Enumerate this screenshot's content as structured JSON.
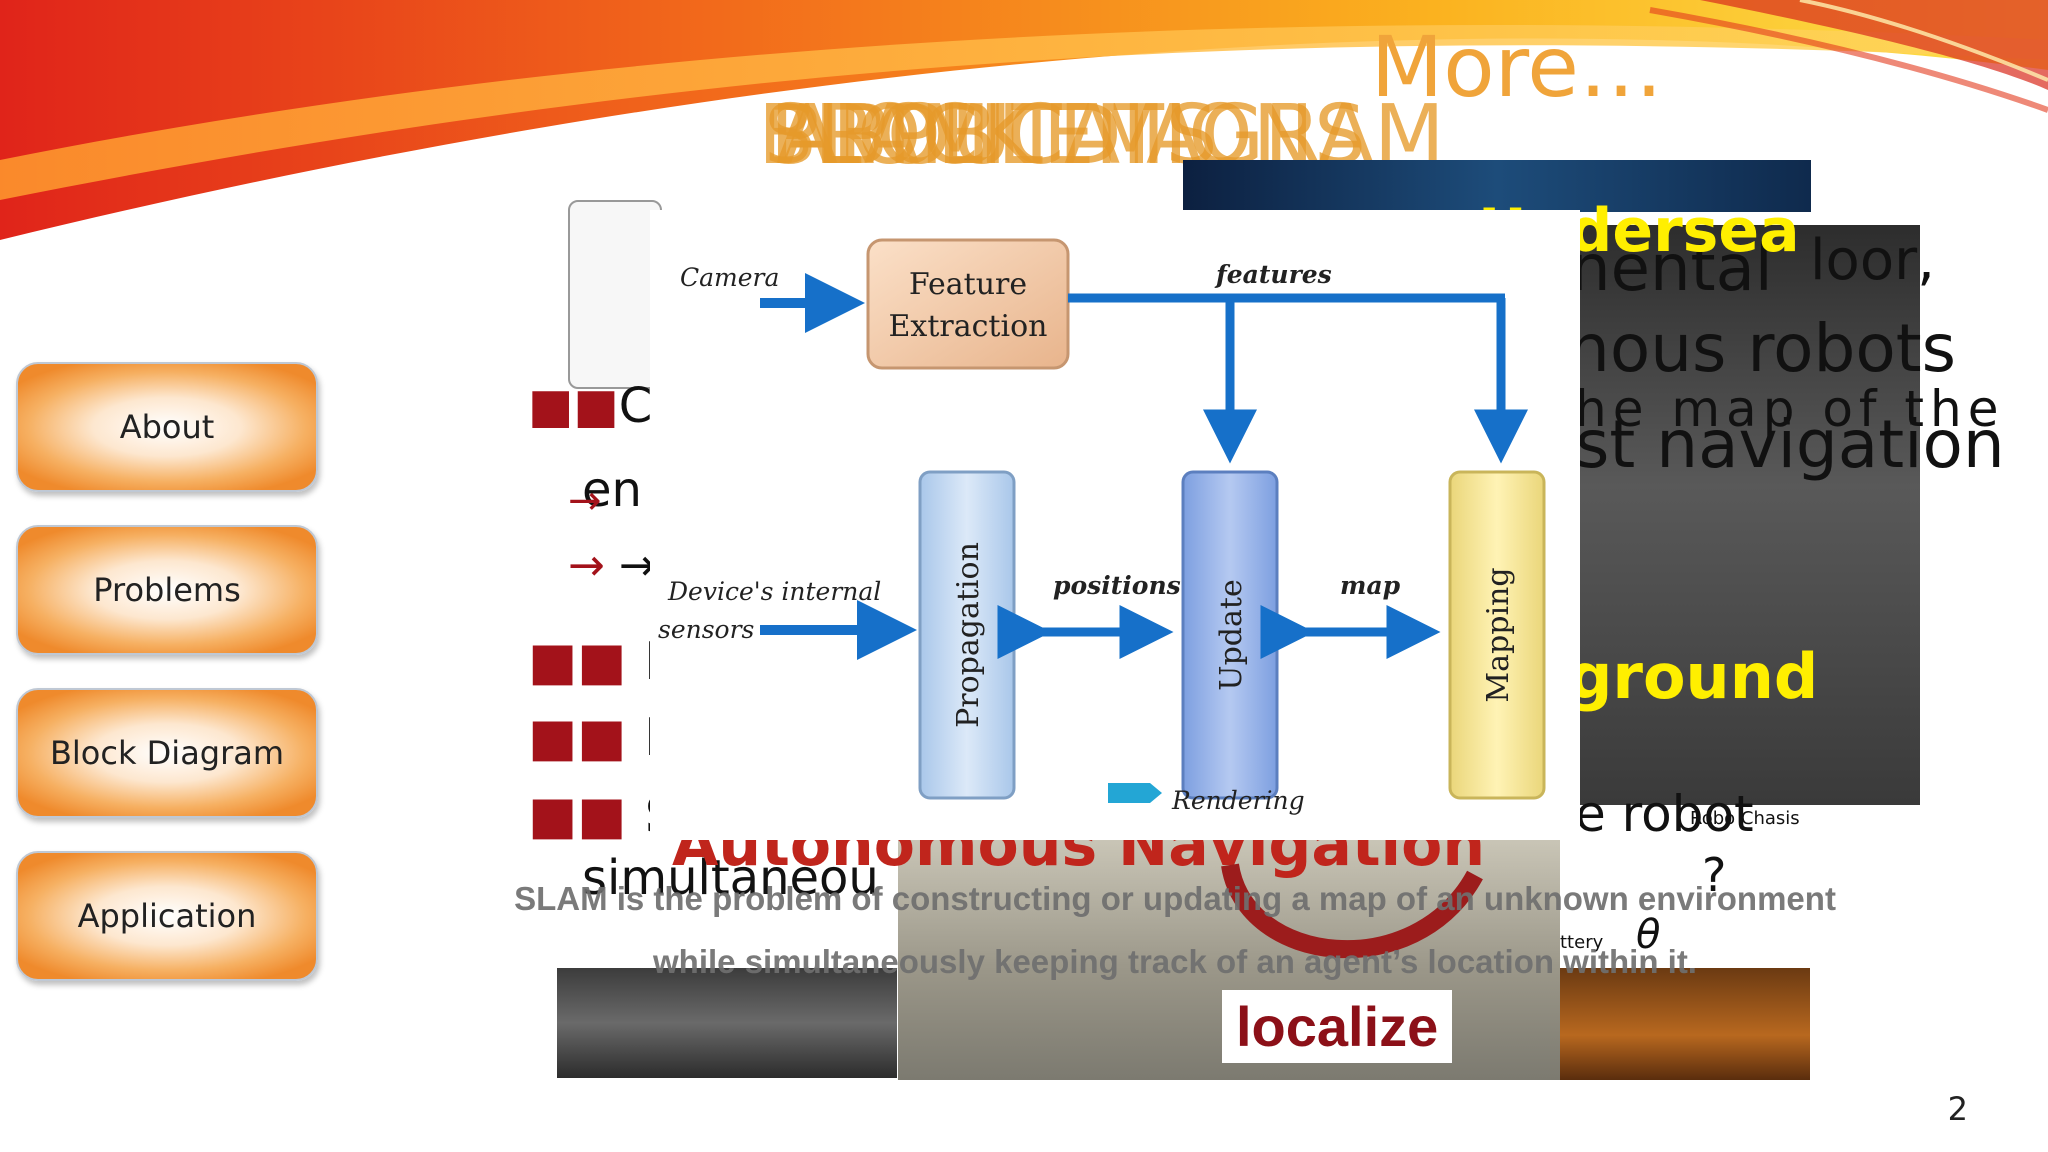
{
  "header": {
    "more": "More…",
    "title_layers": [
      "BLOCK DIAGRAM",
      "SLAM",
      "PROBLEMS",
      "ABOUT",
      "APPLICATIONS"
    ]
  },
  "nav": [
    "About",
    "Problems",
    "Block Diagram",
    "Application"
  ],
  "diagram": {
    "camera": "Camera",
    "features": "features",
    "feature_extraction": [
      "Feature",
      "Extraction"
    ],
    "sensors": [
      "Device's internal",
      "sensors"
    ],
    "propagation": "Propagation",
    "positions": "positions",
    "update": "Update",
    "map": "map",
    "mapping": "Mapping",
    "rendering": "Rendering"
  },
  "ghost_text": {
    "right": [
      "loor,",
      "nental",
      "nous robots",
      "he map of the",
      "st navigation",
      "ground",
      "e robot",
      "?"
    ],
    "left": [
      "Co",
      "en",
      "→",
      "→ a",
      "Lo",
      "Ma",
      "SL",
      "simultaneou"
    ],
    "undersea": "Undersea",
    "autonomous": "Autonomous Navigation",
    "small": [
      "Robo Chasis",
      "ttery",
      "θ"
    ]
  },
  "caption": [
    "SLAM is the problem of constructing or updating a map of an unknown environment",
    "while simultaneously keeping track of an agent’s location within it."
  ],
  "localize": "localize",
  "page_number": "2",
  "colors": {
    "accent_orange": "#e69a2a",
    "arrow_blue": "#1670c9",
    "bullet_red": "#a3121a"
  }
}
